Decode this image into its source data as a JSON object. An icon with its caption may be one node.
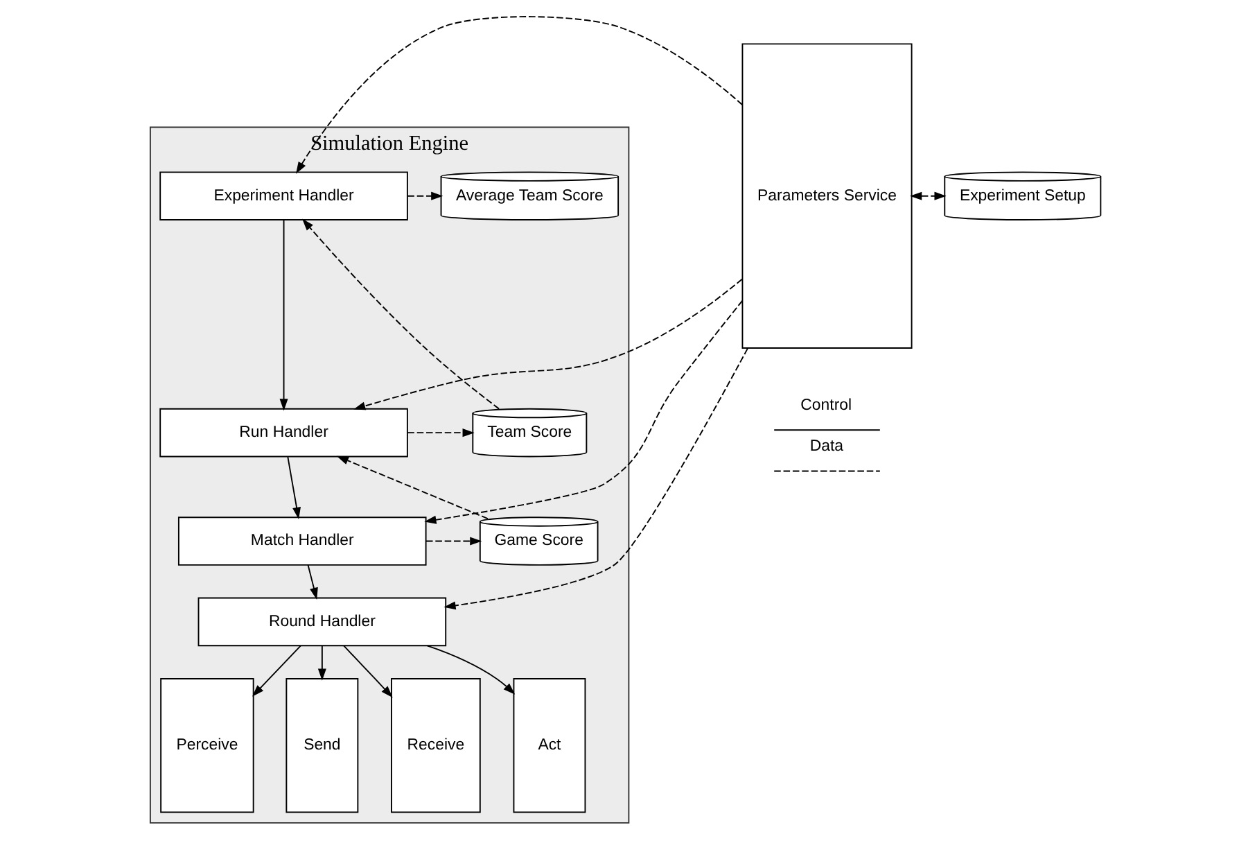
{
  "diagram": {
    "nodes": [
      {
        "text": [
          "Simulation Engine"
        ]
      },
      {
        "text": [
          "Average Team Score"
        ],
        "in": 0
      },
      {
        "text": [
          "Experiment Handler"
        ],
        "in": 0
      },
      {
        "text": [
          "Team Score"
        ],
        "in": 0
      },
      {
        "text": [
          "Run Handler"
        ],
        "in": 0
      },
      {
        "text": [
          "Game Score"
        ],
        "in": 0
      },
      {
        "text": [
          "Match Handler"
        ],
        "in": 0
      },
      {
        "text": [
          "Round Handler"
        ],
        "in": 0
      },
      {
        "text": [
          "Perceive"
        ],
        "in": 0
      },
      {
        "text": [
          "Send"
        ],
        "in": 0
      },
      {
        "text": [
          "Receive"
        ],
        "in": 0
      },
      {
        "text": [
          "Act"
        ],
        "in": 0
      },
      {
        "text": [
          "Parameters Service"
        ]
      },
      {
        "text": [
          "Experiment Setup"
        ]
      }
    ],
    "edges": [
      {
        "from": 2,
        "to": 1,
        "arrow": "to",
        "style": "dashed"
      },
      {
        "from": 3,
        "to": 2,
        "arrow": "to",
        "style": "dashed"
      },
      {
        "from": 2,
        "to": 4,
        "arrow": "to"
      },
      {
        "from": 4,
        "to": 3,
        "arrow": "to",
        "style": "dashed"
      },
      {
        "from": 5,
        "to": 4,
        "arrow": "to",
        "style": "dashed"
      },
      {
        "from": 4,
        "to": 6,
        "arrow": "to"
      },
      {
        "from": 6,
        "to": 5,
        "arrow": "to",
        "style": "dashed"
      },
      {
        "from": 6,
        "to": 7,
        "arrow": "to"
      },
      {
        "from": 7,
        "to": 8,
        "arrow": "to"
      },
      {
        "from": 7,
        "to": 9,
        "arrow": "to"
      },
      {
        "from": 7,
        "to": 10,
        "arrow": "to"
      },
      {
        "from": 7,
        "to": 11,
        "arrow": "to"
      },
      {
        "from": 12,
        "to": 2,
        "arrow": "to",
        "style": "dashed"
      },
      {
        "from": 12,
        "to": 4,
        "arrow": "to",
        "style": "dashed"
      },
      {
        "from": 12,
        "to": 6,
        "arrow": "to",
        "style": "dashed"
      },
      {
        "from": 12,
        "to": 7,
        "arrow": "to",
        "style": "dashed"
      },
      {
        "from": 12,
        "to": 13,
        "arrow": "both",
        "style": "dashed"
      }
    ],
    "legend": [
      {
        "text": "Control"
      },
      {
        "text": "Data"
      }
    ]
  }
}
